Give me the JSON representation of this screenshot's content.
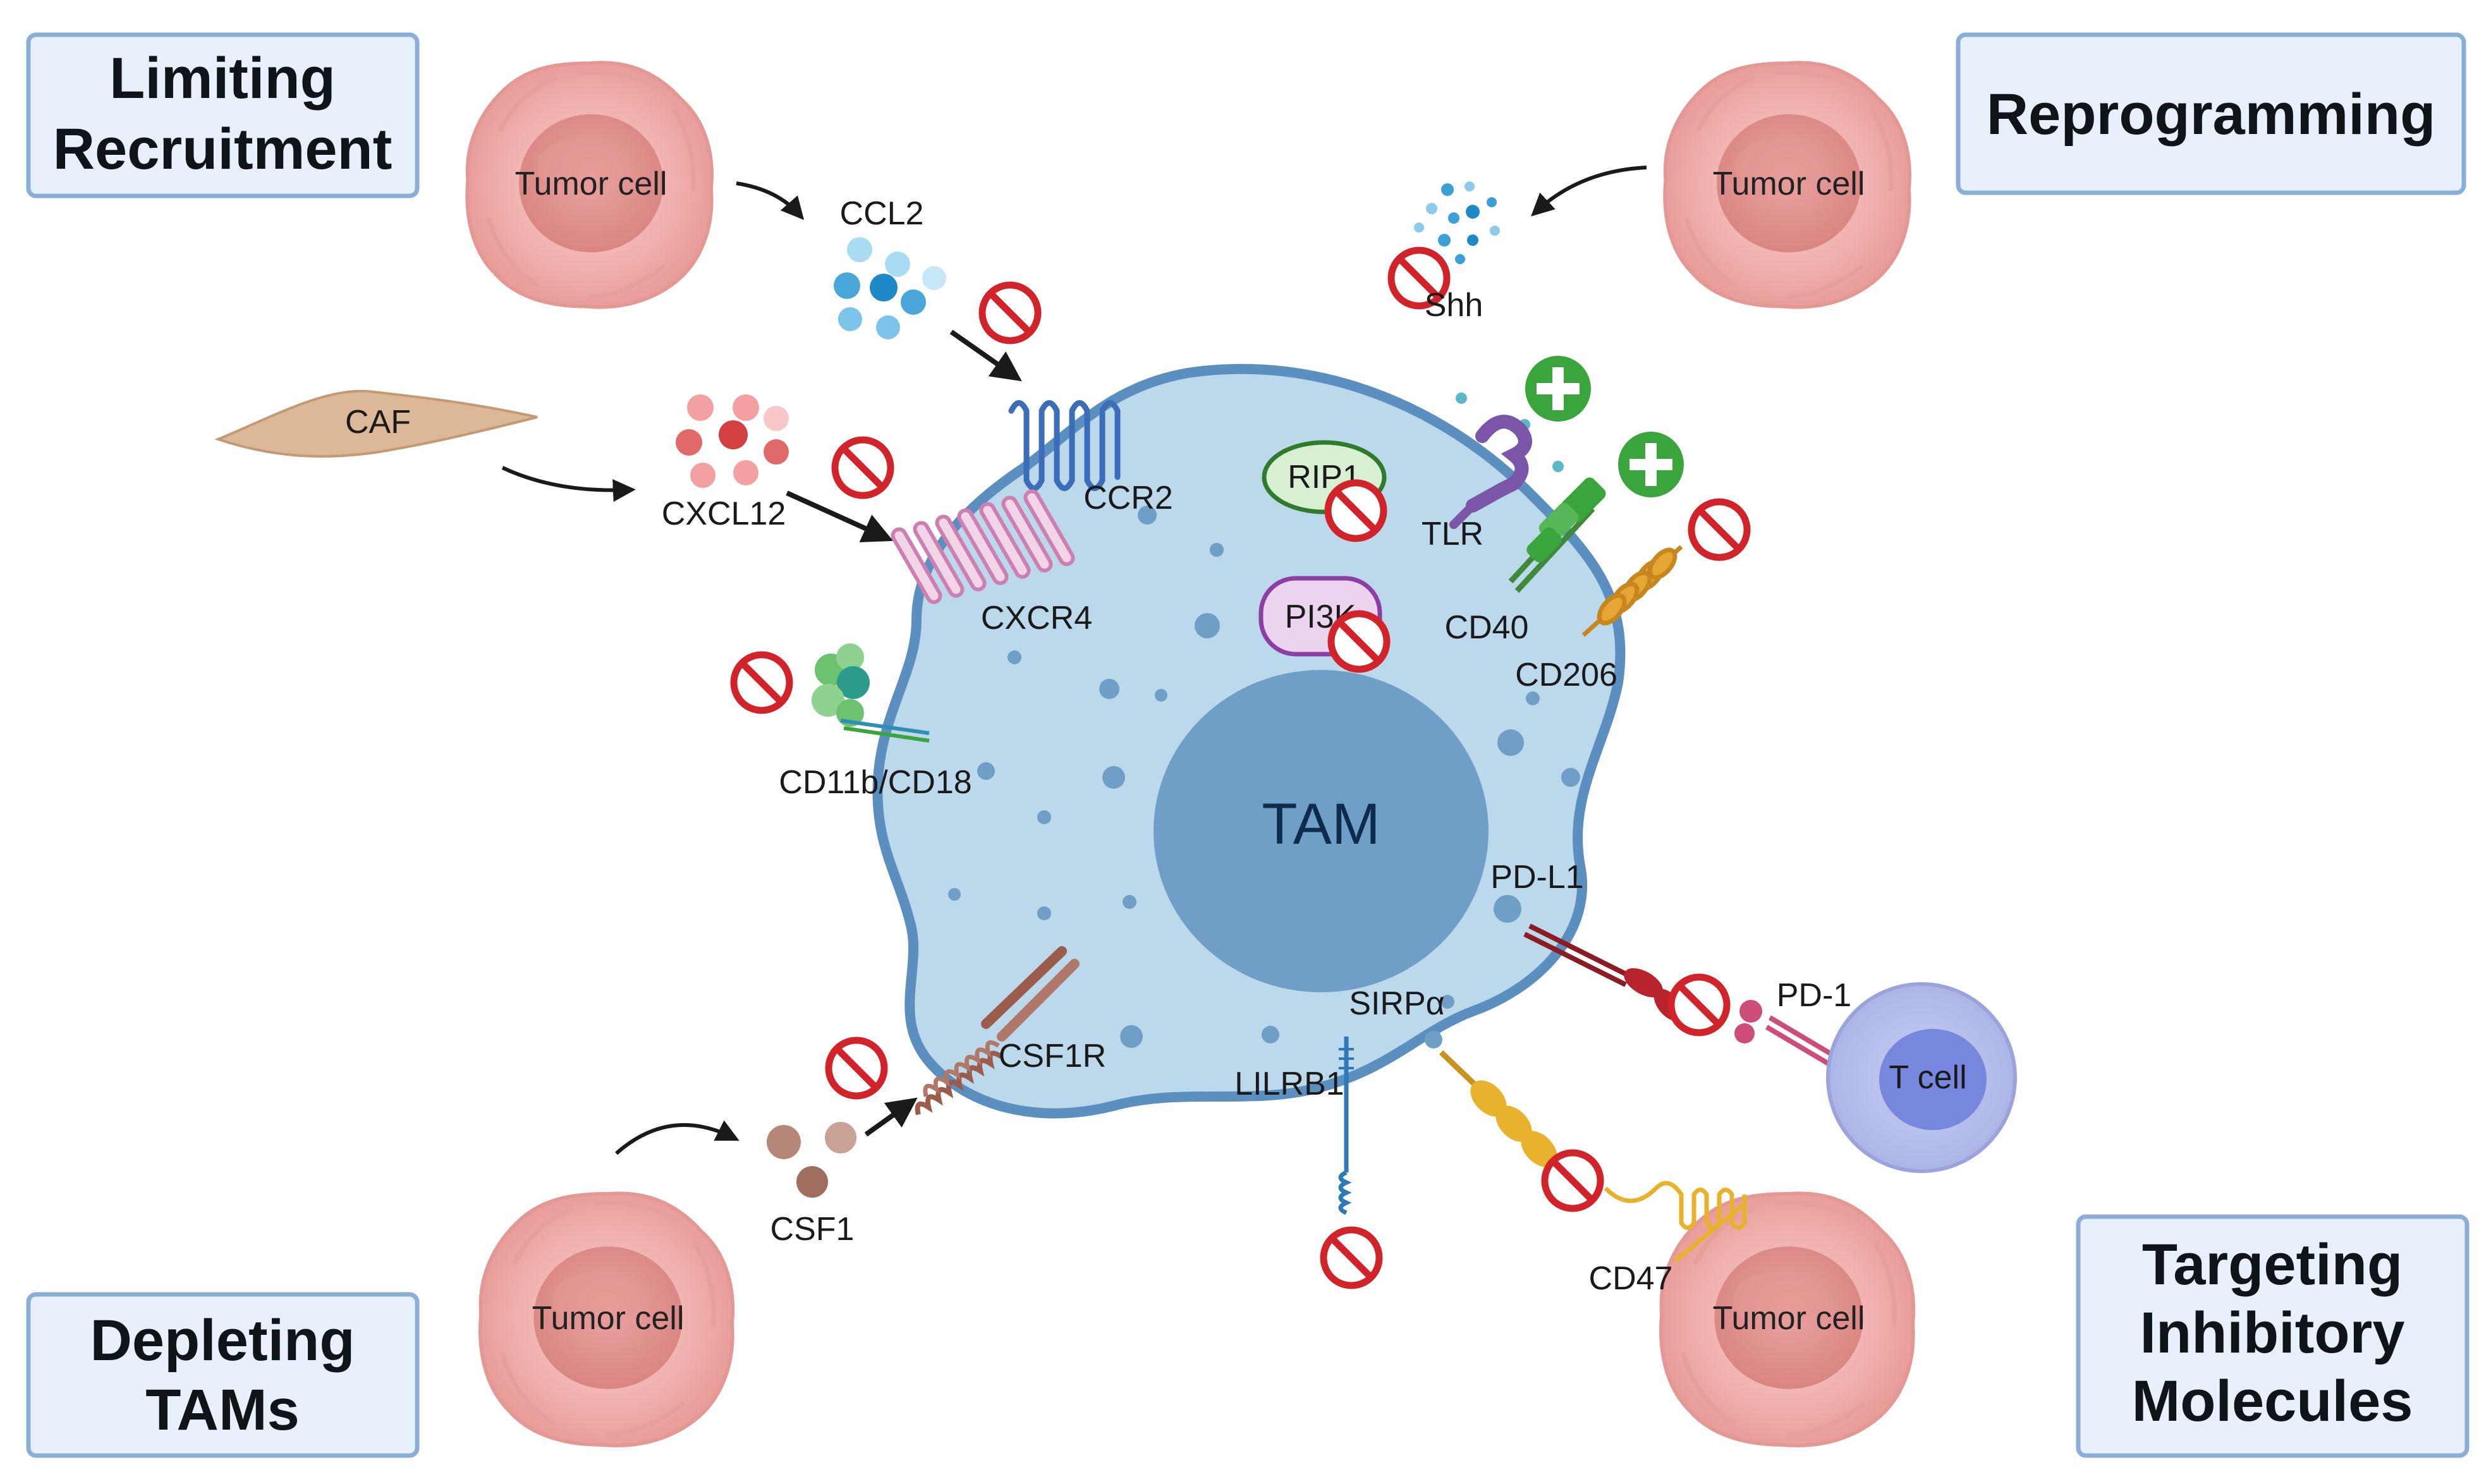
{
  "boxes": {
    "limiting_recruitment": [
      "Limiting",
      "Recruitment"
    ],
    "reprogramming": [
      "Reprogramming"
    ],
    "depleting_tams": [
      "Depleting",
      "TAMs"
    ],
    "targeting_inhibitory": [
      "Targeting",
      "Inhibitory",
      "Molecules"
    ]
  },
  "cells": {
    "tumor_cell": "Tumor cell",
    "caf": "CAF",
    "tam": "TAM",
    "t_cell": "T cell"
  },
  "ligands": {
    "ccl2": "CCL2",
    "cxcl12": "CXCL12",
    "shh": "Shh",
    "csf1": "CSF1"
  },
  "receptors": {
    "ccr2": "CCR2",
    "cxcr4": "CXCR4",
    "cd11b_cd18": "CD11b/CD18",
    "rip1": "RIP1",
    "pi3k": "PI3K",
    "tlr": "TLR",
    "cd40": "CD40",
    "cd206": "CD206",
    "pd_l1": "PD-L1",
    "pd_1": "PD-1",
    "sirpa": "SIRPα",
    "lilrb1": "LILRB1",
    "csf1r": "CSF1R",
    "cd47": "CD47"
  },
  "colors": {
    "box_fill": "#e8f1fb",
    "box_border": "#8aaed6",
    "tam_body": "#bcd9ec",
    "tam_border": "#5b8fc0",
    "nucleus": "#6f9fc7",
    "inhibit": "#d0242a",
    "activate": "#3aa53c",
    "tumor": "#f2b8b6"
  }
}
